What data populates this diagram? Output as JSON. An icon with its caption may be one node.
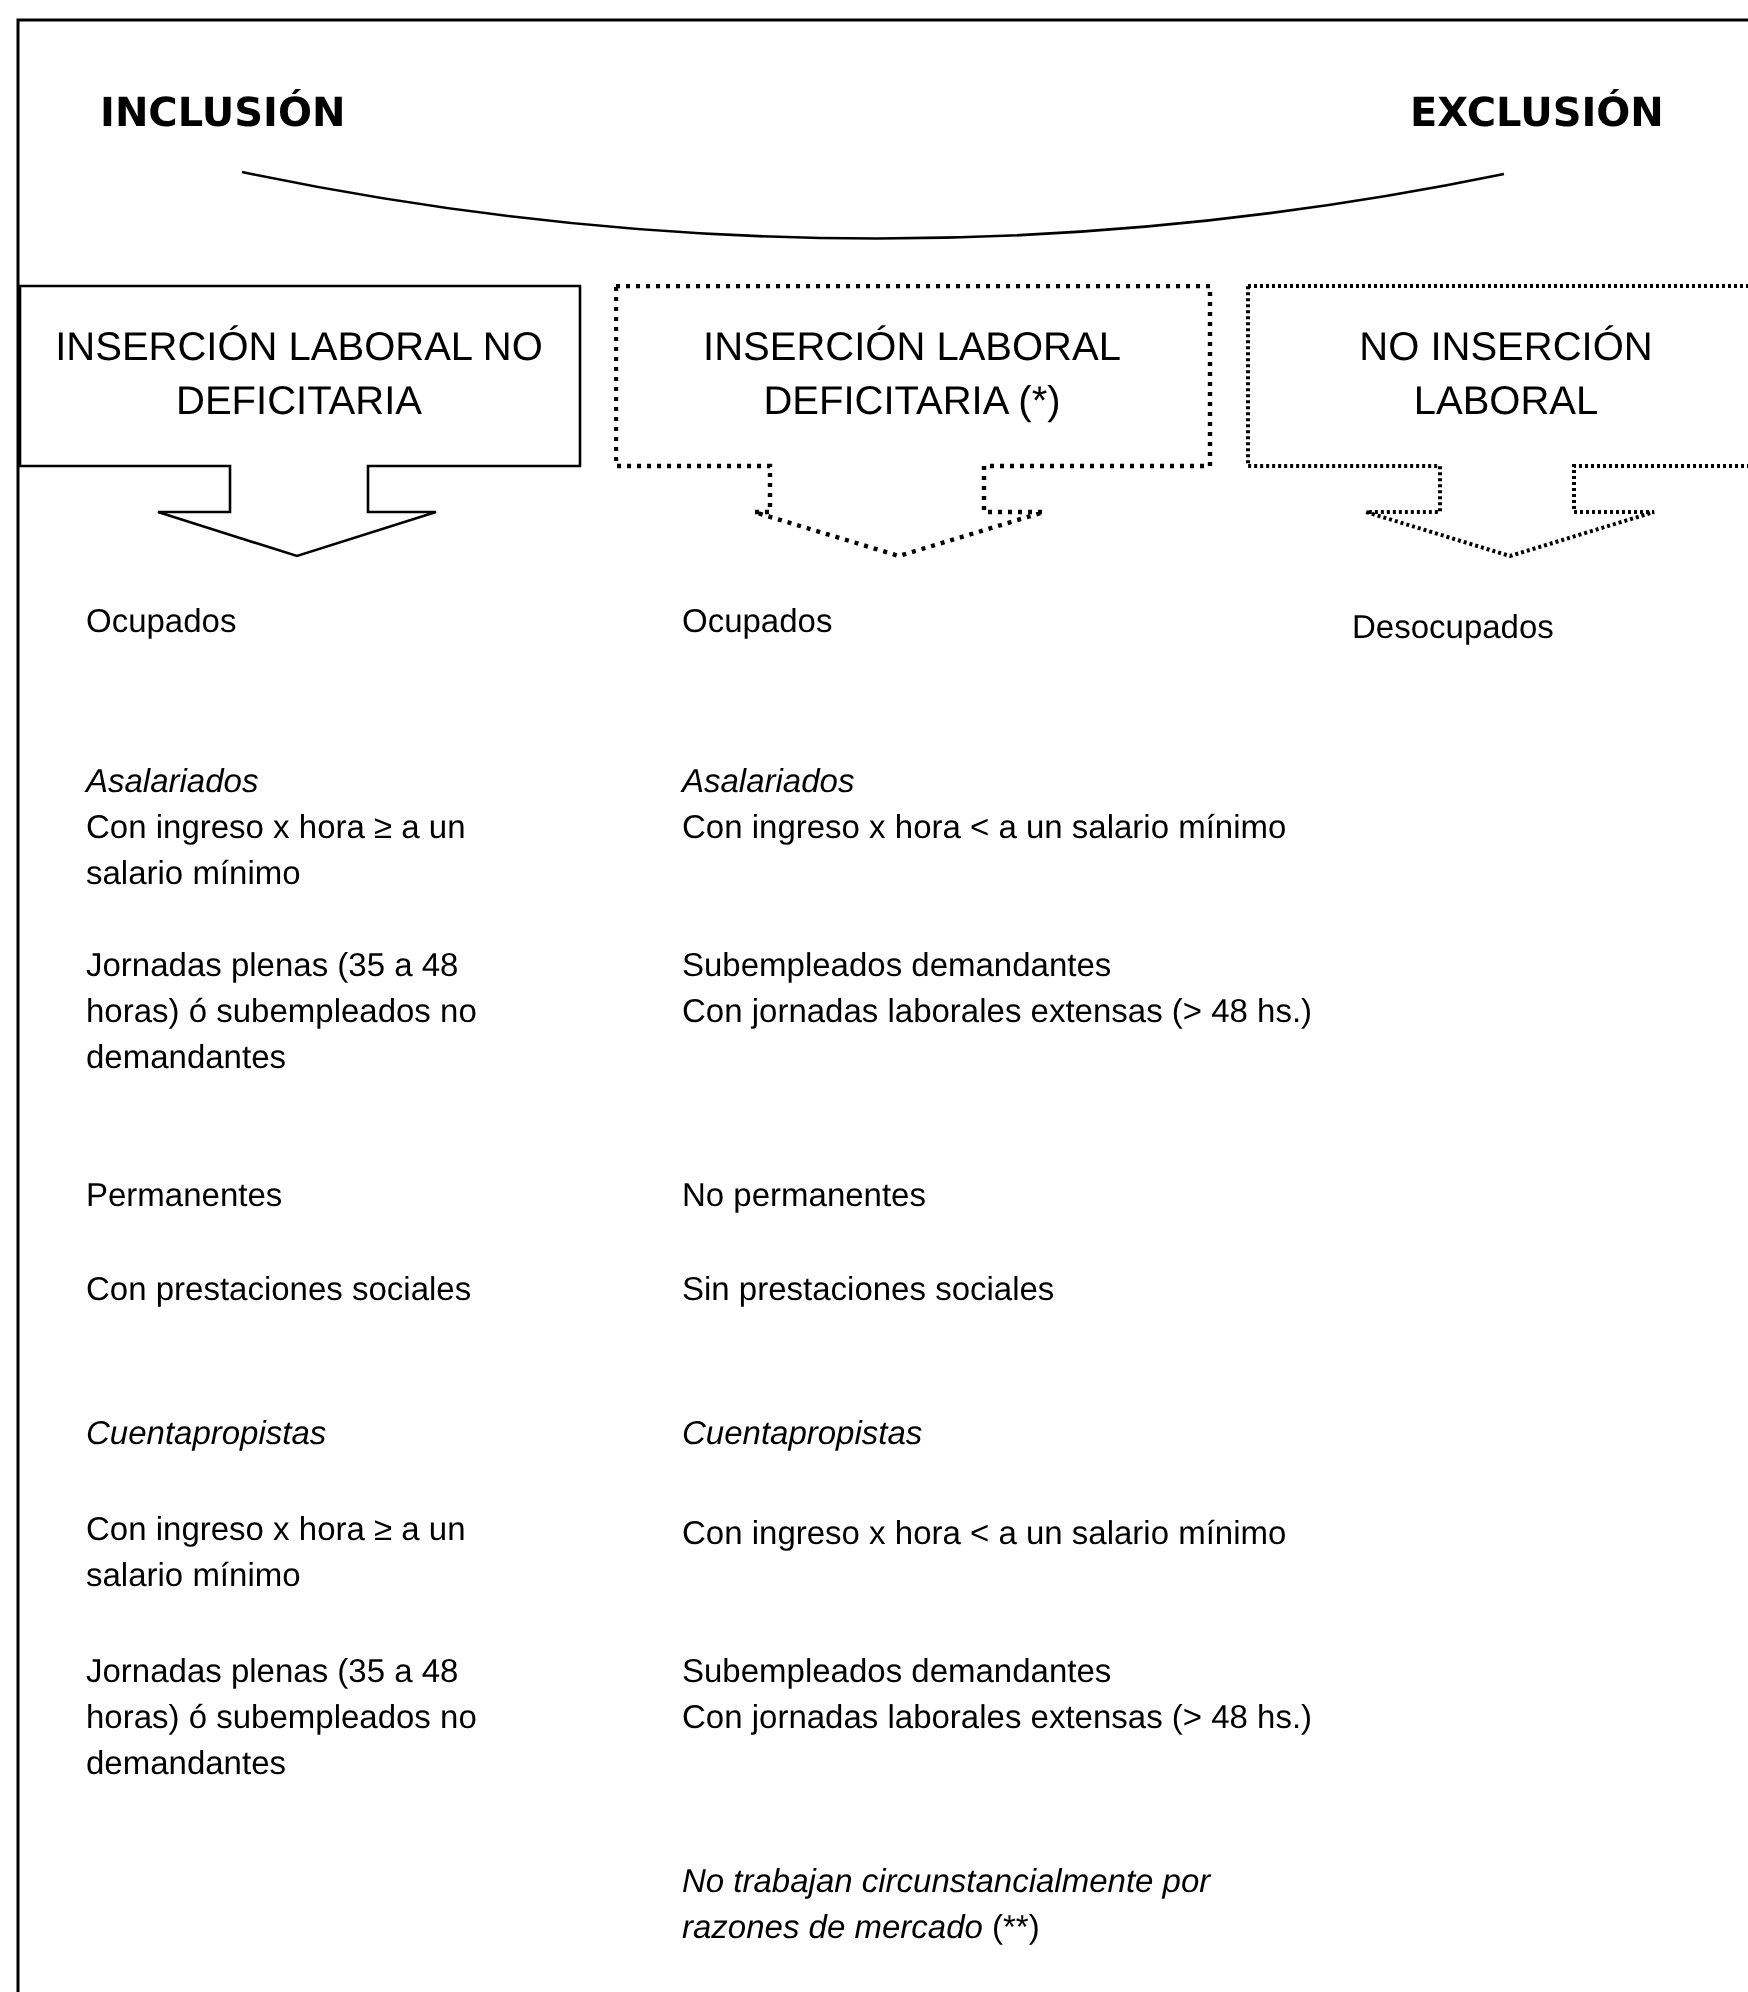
{
  "diagram": {
    "nodes": [
      {
        "text": [
          "INSERCIÓN LABORAL NO DEFICITARIA"
        ]
      },
      {
        "text": [
          "INSERCIÓN LABORAL DEFICITARIA (*)"
        ]
      },
      {
        "text": [
          "NO INSERCIÓN LABORAL"
        ]
      }
    ],
    "edges": [],
    "labels": [
      "INCLUSIÓN",
      "EXCLUSIÓN",
      "Ocupados",
      "Ocupados",
      "Desocupados",
      "Asalariados",
      "Asalariados",
      "Con ingreso x hora ≥ a un salario mínimo",
      "Con ingreso x hora < a un salario mínimo",
      "Jornadas plenas (35 a 48 horas) ó subempleados no demandantes",
      "Subempleados demandantes",
      "Con jornadas laborales extensas (> 48 hs.)",
      "Permanentes",
      "No permanentes",
      "Con prestaciones sociales",
      "Sin prestaciones sociales",
      "Cuentapropistas",
      "Cuentapropistas",
      "Con ingreso x hora ≥ a un salario mínimo",
      "Con ingreso x hora < a un salario mínimo",
      "Jornadas plenas (35 a 48 horas) ó subempleados no demandantes",
      "Subempleados demandantes",
      "Con jornadas laborales extensas (> 48 hs.)",
      "*No trabajan circunstancialmente por razones de mercado* (**)"
    ]
  }
}
